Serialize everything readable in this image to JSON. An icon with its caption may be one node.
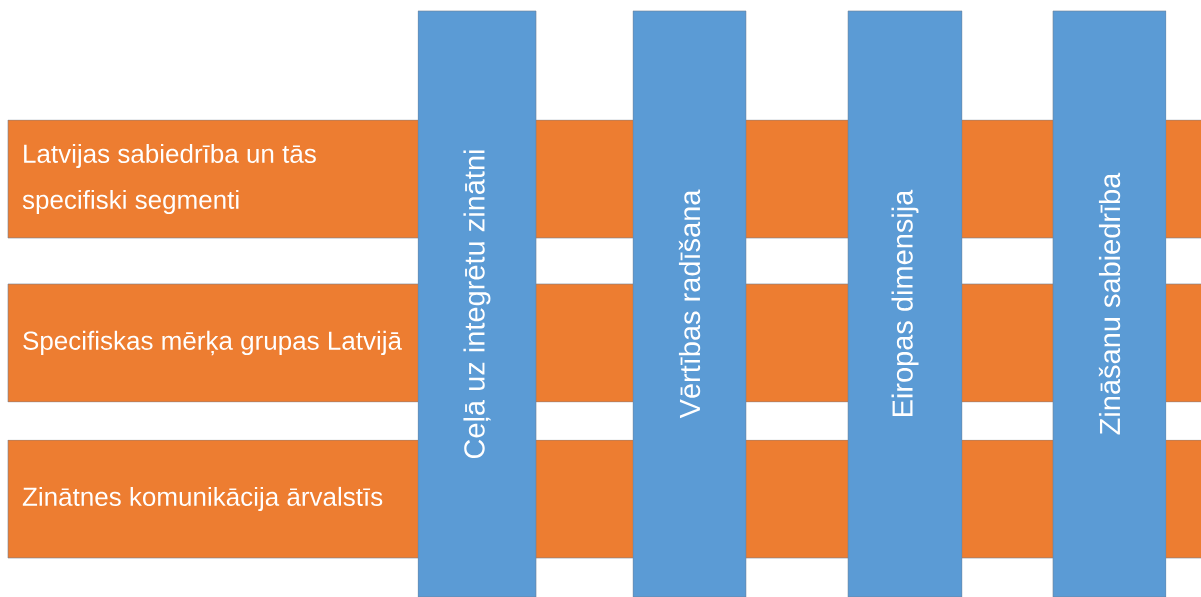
{
  "diagram": {
    "nodes": [
      {
        "text": [
          "Latvijas sabiedrība un tās specifiski segmenti"
        ]
      },
      {
        "text": [
          "Specifiskas mērķa grupas Latvijā"
        ]
      },
      {
        "text": [
          "Zinātnes komunikācija ārvalstīs"
        ]
      },
      {
        "text": [
          "Ceļā uz integrētu zinātni"
        ]
      },
      {
        "text": [
          "Vērtības radīšana"
        ]
      },
      {
        "text": [
          "Eiropas dimensija"
        ]
      },
      {
        "text": [
          "Zināšanu sabiedrība"
        ]
      }
    ]
  }
}
